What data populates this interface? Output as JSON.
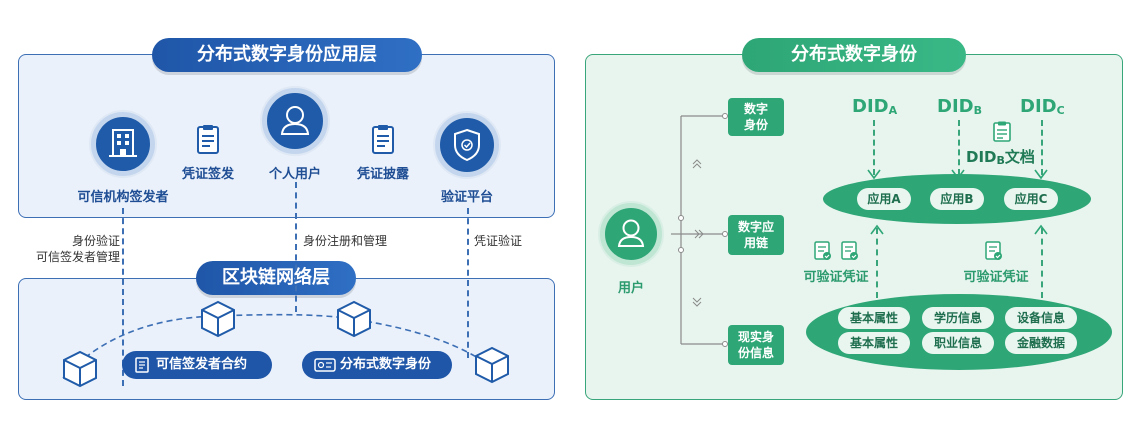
{
  "left": {
    "app_layer_title": "分布式数字身份应用层",
    "chain_layer_title": "区块链网络层",
    "nodes": {
      "issuer": "可信机构签发者",
      "user": "个人用户",
      "verifier": "验证平台"
    },
    "docs": {
      "issue": "凭证签发",
      "disclose": "凭证披露"
    },
    "links": {
      "left_line1": "身份验证",
      "left_line2": "可信签发者管理",
      "middle": "身份注册和管理",
      "right": "凭证验证"
    },
    "chips": {
      "contract": "可信签发者合约",
      "did": "分布式数字身份"
    }
  },
  "right": {
    "title": "分布式数字身份",
    "user_label": "用户",
    "boxes": {
      "digital_id": "数字身份",
      "app_chain": "数字应用链",
      "real_info": "现实身份信息"
    },
    "dids": {
      "a_main": "DID",
      "a_sub": "A",
      "b_main": "DID",
      "b_sub": "B",
      "c_main": "DID",
      "c_sub": "C",
      "doc_main": "DID",
      "doc_sub": "B",
      "doc_suffix": "文档"
    },
    "apps": [
      "应用A",
      "应用B",
      "应用C"
    ],
    "vc_left": "可验证凭证",
    "vc_right": "可验证凭证",
    "attrs_row1": [
      "基本属性",
      "学历信息",
      "设备信息"
    ],
    "attrs_row2": [
      "基本属性",
      "职业信息",
      "金融数据"
    ]
  },
  "colors": {
    "blue": "#1f56a8",
    "green": "#2ea676"
  }
}
